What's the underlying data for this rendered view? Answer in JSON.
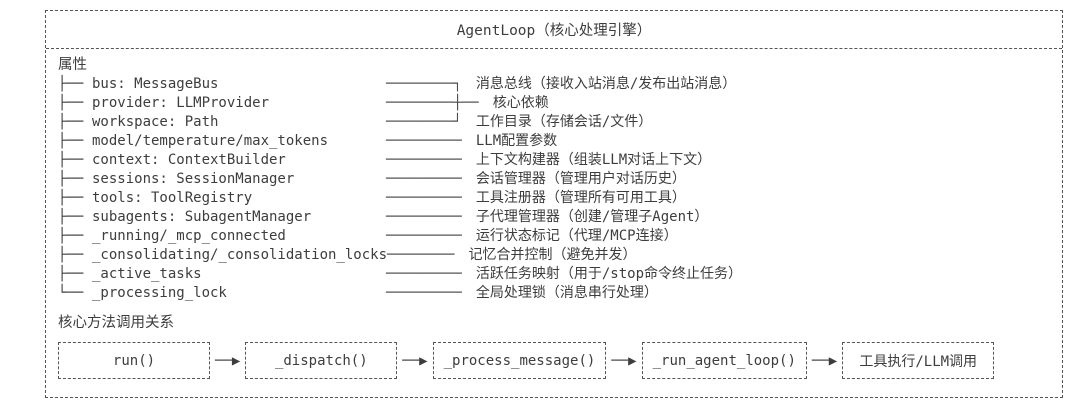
{
  "panel": {
    "title": "AgentLoop（核心处理引擎）"
  },
  "attributes_section": {
    "header": "属性",
    "rows": [
      {
        "prefix": "├──",
        "name": "bus: MessageBus",
        "connector": "────────┐",
        "desc": "消息总线（接收入站消息/发布出站消息）"
      },
      {
        "prefix": "├──",
        "name": "provider: LLMProvider",
        "connector": "────────┼──",
        "desc": "核心依赖"
      },
      {
        "prefix": "├──",
        "name": "workspace: Path",
        "connector": "────────┘",
        "desc": "工作目录（存储会话/文件）"
      },
      {
        "prefix": "├──",
        "name": "model/temperature/max_tokens",
        "connector": "─────────",
        "desc": "LLM配置参数"
      },
      {
        "prefix": "├──",
        "name": "context: ContextBuilder",
        "connector": "─────────",
        "desc": "上下文构建器（组装LLM对话上下文）"
      },
      {
        "prefix": "├──",
        "name": "sessions: SessionManager",
        "connector": "─────────",
        "desc": "会话管理器（管理用户对话历史）"
      },
      {
        "prefix": "├──",
        "name": "tools: ToolRegistry",
        "connector": "─────────",
        "desc": "工具注册器（管理所有可用工具）"
      },
      {
        "prefix": "├──",
        "name": "subagents: SubagentManager",
        "connector": "─────────",
        "desc": "子代理管理器（创建/管理子Agent）"
      },
      {
        "prefix": "├──",
        "name": "_running/_mcp_connected",
        "connector": "─────────",
        "desc": "运行状态标记（代理/MCP连接）"
      },
      {
        "prefix": "├──",
        "name": "_consolidating/_consolidation_locks",
        "connector": "────────",
        "desc": "记忆合并控制（避免并发）"
      },
      {
        "prefix": "├──",
        "name": "_active_tasks",
        "connector": "─────────",
        "desc": "活跃任务映射（用于/stop命令终止任务）"
      },
      {
        "prefix": "└──",
        "name": "_processing_lock",
        "connector": "─────────",
        "desc": "全局处理锁（消息串行处理）"
      }
    ]
  },
  "methods_section": {
    "header": "核心方法调用关系",
    "arrow": "──▶",
    "boxes": [
      "run()",
      "_dispatch()",
      "_process_message()",
      "_run_agent_loop()",
      "工具执行/LLM调用"
    ]
  },
  "colors": {
    "text": "#3d3d3d",
    "border": "#555555",
    "background": "#ffffff"
  }
}
